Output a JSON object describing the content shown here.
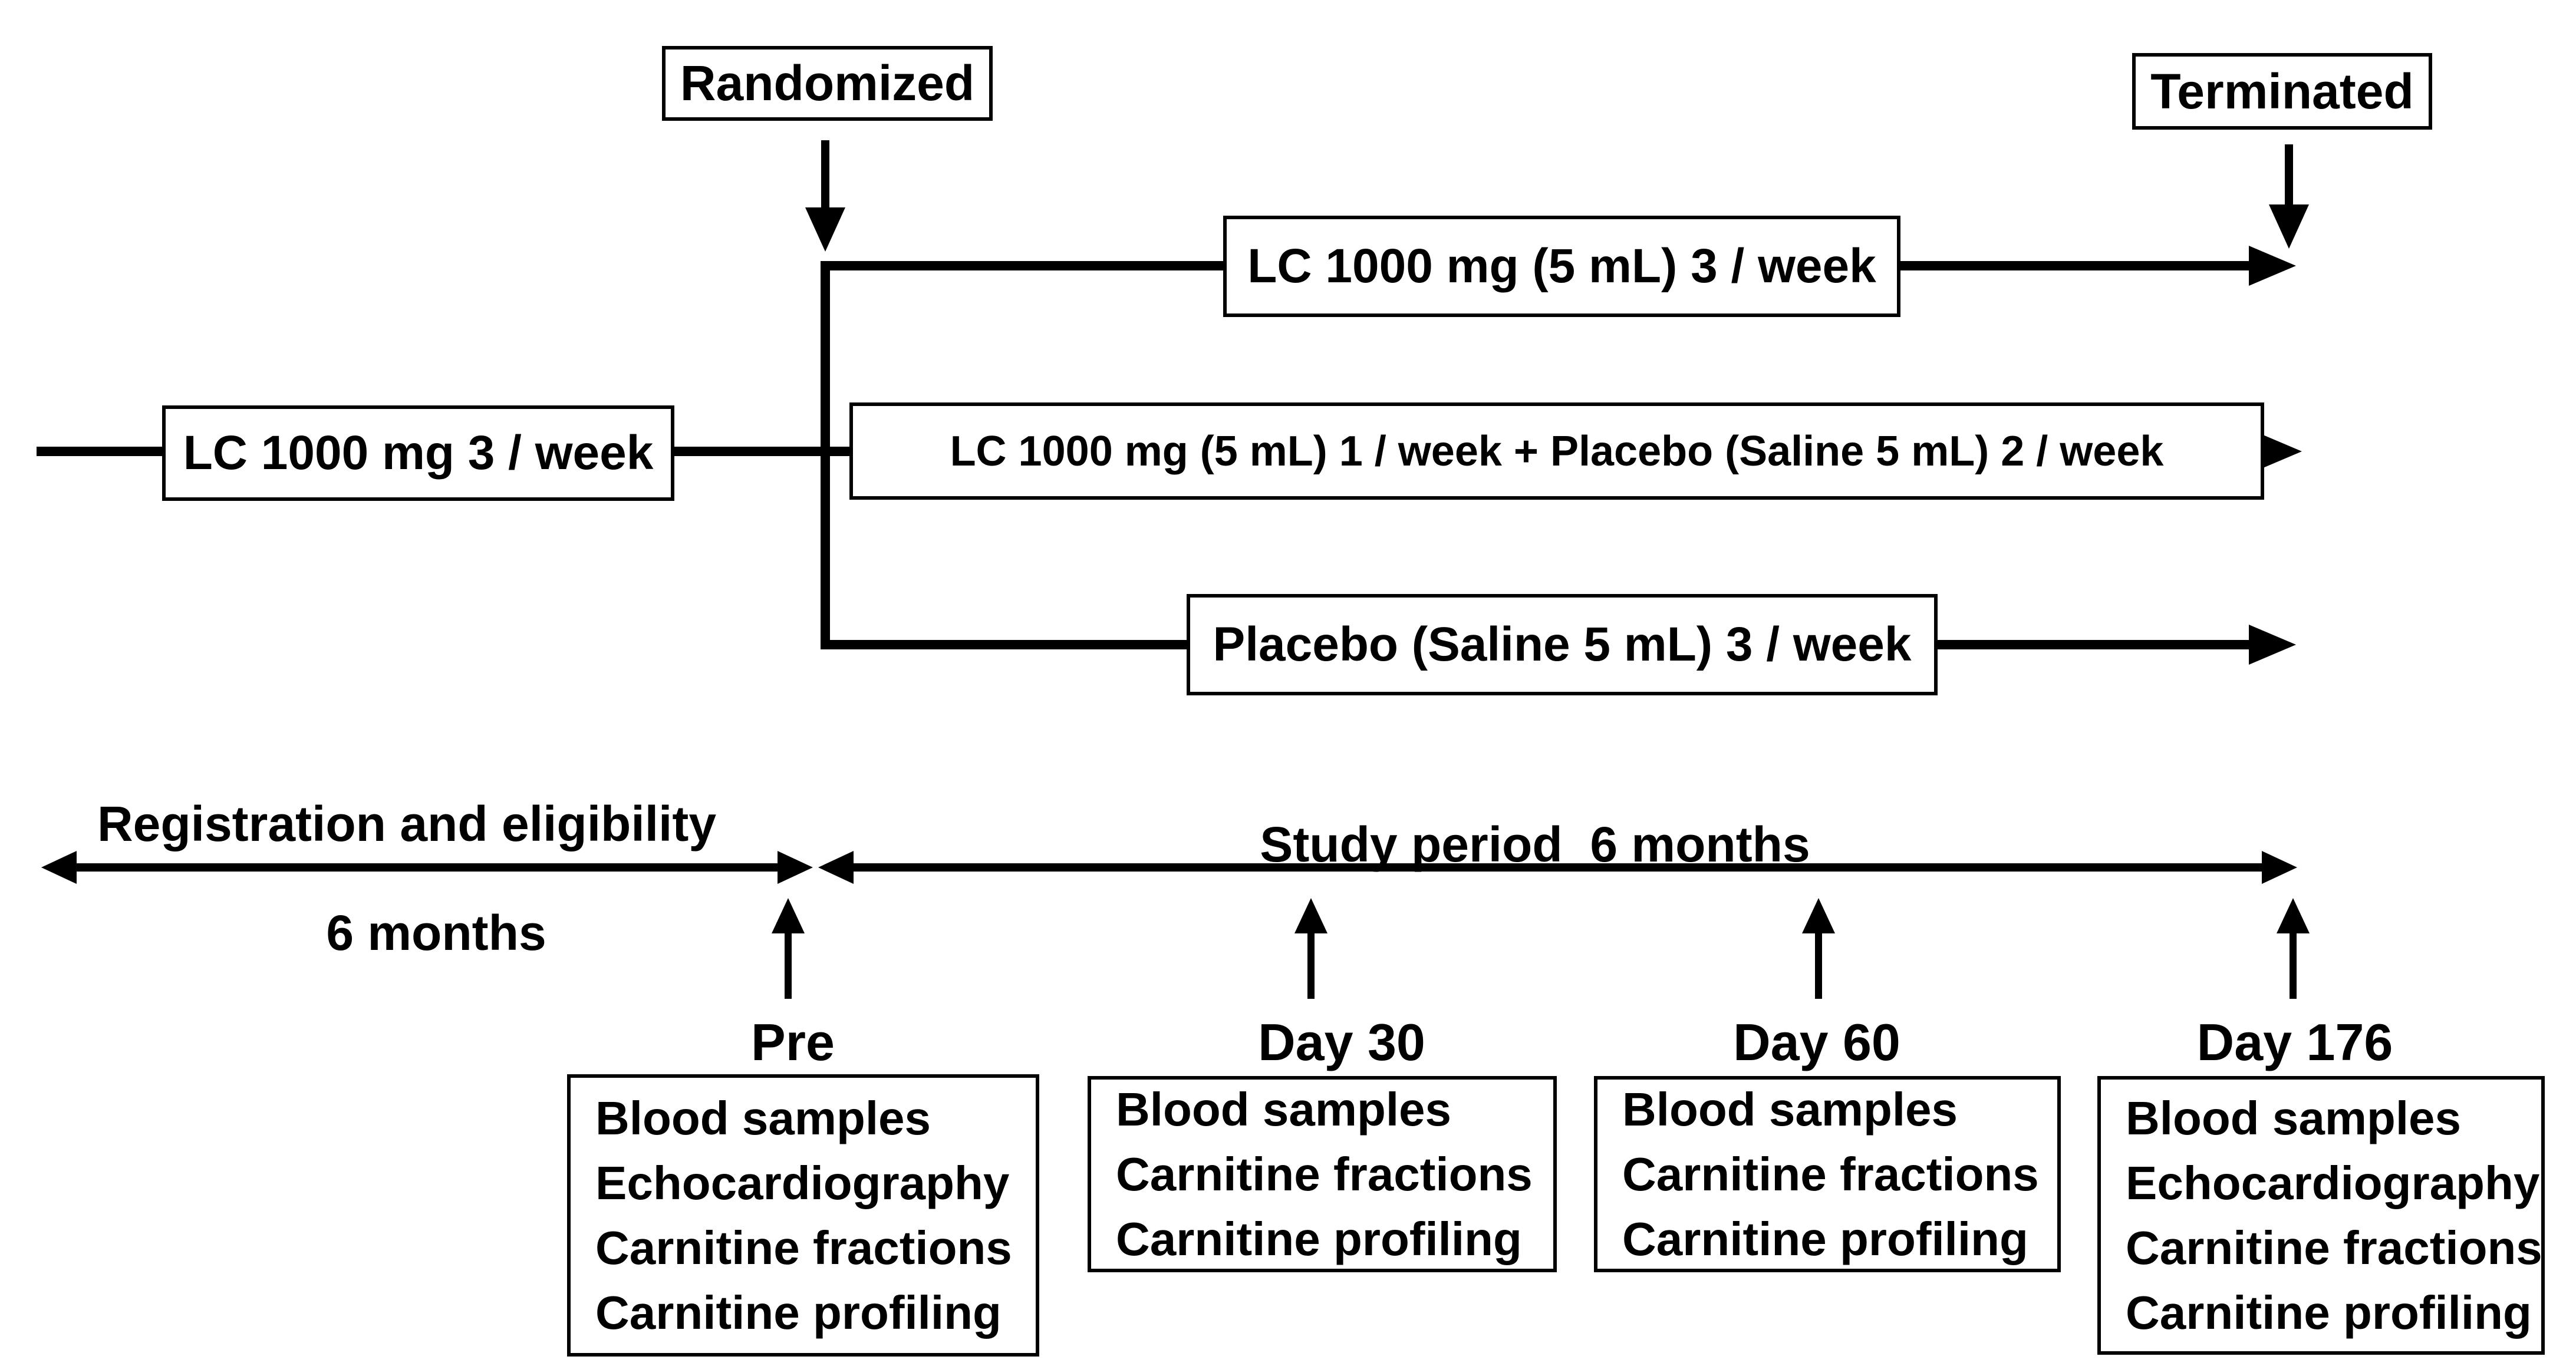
{
  "figure": {
    "background_color": "#ffffff",
    "ink_color": "#000000"
  },
  "flow": {
    "randomized_label": "Randomized",
    "terminated_label": "Terminated",
    "origin_label": "LC 1000 mg 3 / week",
    "arms": [
      {
        "label": "LC 1000 mg (5 mL) 3 / week"
      },
      {
        "label": "LC 1000 mg (5 mL) 1 / week + Placebo (Saline 5 mL) 2 / week"
      },
      {
        "label": "Placebo (Saline 5 mL) 3 / week"
      }
    ]
  },
  "timeline": {
    "registration_label": "Registration and eligibility",
    "registration_duration": "6 months",
    "study_period_label": "Study period  6 months",
    "timepoints": [
      {
        "label": "Pre",
        "assessments": [
          "Blood samples",
          "Echocardiography",
          "Carnitine fractions",
          "Carnitine profiling"
        ]
      },
      {
        "label": "Day 30",
        "assessments": [
          "Blood samples",
          "Carnitine fractions",
          "Carnitine profiling"
        ]
      },
      {
        "label": "Day 60",
        "assessments": [
          "Blood samples",
          "Carnitine fractions",
          "Carnitine profiling"
        ]
      },
      {
        "label": "Day 176",
        "assessments": [
          "Blood samples",
          "Echocardiography",
          "Carnitine fractions",
          "Carnitine profiling"
        ]
      }
    ]
  }
}
